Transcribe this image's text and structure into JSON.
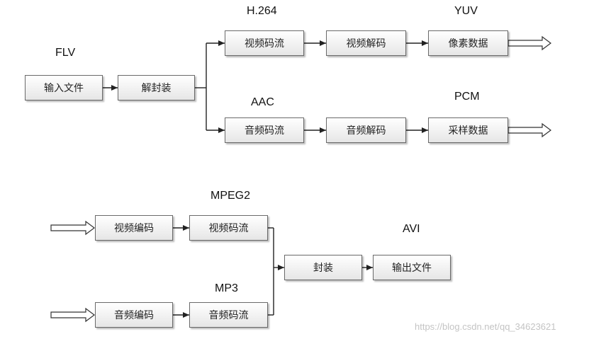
{
  "top": {
    "input_label": "FLV",
    "video_codec_label": "H.264",
    "audio_codec_label": "AAC",
    "video_output_label": "YUV",
    "audio_output_label": "PCM",
    "boxes": {
      "input_file": "输入文件",
      "demux": "解封装",
      "video_stream": "视频码流",
      "video_decode": "视频解码",
      "pixel_data": "像素数据",
      "audio_stream": "音频码流",
      "audio_decode": "音频解码",
      "sample_data": "采样数据"
    }
  },
  "bottom": {
    "video_codec_label": "MPEG2",
    "audio_codec_label": "MP3",
    "output_label": "AVI",
    "boxes": {
      "video_encode": "视频编码",
      "video_stream": "视频码流",
      "audio_encode": "音频编码",
      "audio_stream": "音频码流",
      "mux": "封装",
      "output_file": "输出文件"
    }
  },
  "watermark": "https://blog.csdn.net/qq_34623621"
}
